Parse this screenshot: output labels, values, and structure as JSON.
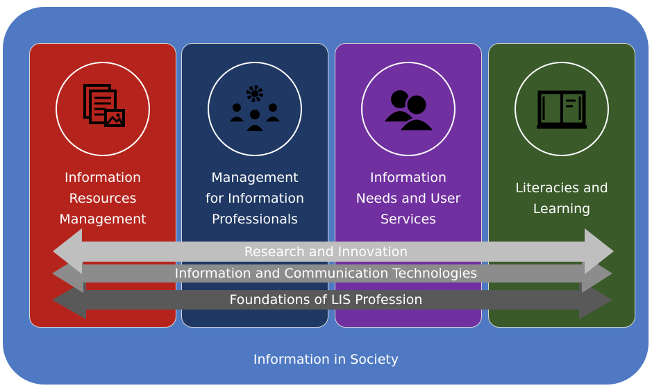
{
  "columns": [
    {
      "label": "Information\nResources\nManagement",
      "color": "#b5241c",
      "icon": "document-image-icon"
    },
    {
      "label": "Management\nfor Information\nProfessionals",
      "color": "#1f3864",
      "icon": "team-gear-icon"
    },
    {
      "label": "Information\nNeeds and User\nServices",
      "color": "#7030a0",
      "icon": "users-icon"
    },
    {
      "label": "Literacies and\nLearning",
      "color": "#3a5a2a",
      "icon": "open-book-icon"
    }
  ],
  "bands": [
    {
      "label": "Research and Innovation",
      "color": "#bfbfbf"
    },
    {
      "label": "Information and Communication Technologies",
      "color": "#8c8c8c"
    },
    {
      "label": "Foundations of LIS Profession",
      "color": "#595959"
    }
  ],
  "footer": "Information in Society",
  "colors": {
    "outer": "#4f79c2",
    "border": "#d8d8d8"
  }
}
